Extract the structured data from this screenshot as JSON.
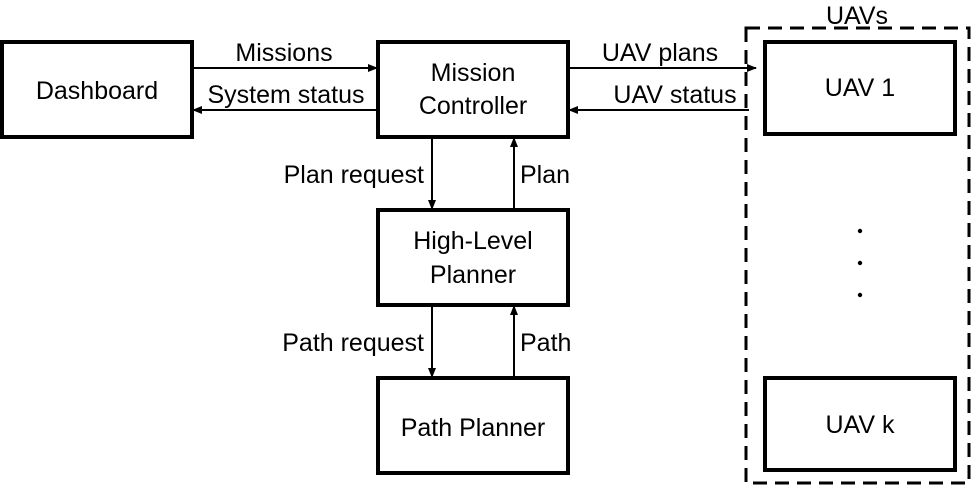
{
  "diagram": {
    "nodes": {
      "dashboard": "Dashboard",
      "mission_controller_line1": "Mission",
      "mission_controller_line2": "Controller",
      "high_level_planner_line1": "High-Level",
      "high_level_planner_line2": "Planner",
      "path_planner": "Path Planner",
      "uav_1": "UAV 1",
      "uav_k": "UAV k"
    },
    "group": {
      "title": "UAVs"
    },
    "edges": {
      "missions": "Missions",
      "system_status": "System status",
      "uav_plans": "UAV plans",
      "uav_status": "UAV status",
      "plan_request": "Plan request",
      "plan": "Plan",
      "path_request": "Path request",
      "path": "Path"
    }
  }
}
